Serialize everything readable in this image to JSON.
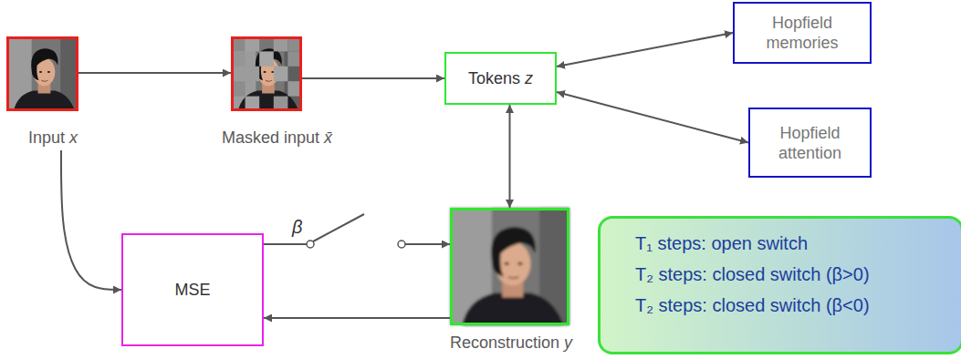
{
  "diagram": {
    "nodes": [
      {
        "text": [
          "Input x"
        ]
      },
      {
        "text": [
          "Masked input x̄"
        ]
      },
      {
        "text": [
          "Tokens z"
        ]
      },
      {
        "text": [
          "Hopfield memories"
        ]
      },
      {
        "text": [
          "Hopfield attention"
        ]
      },
      {
        "text": [
          "MSE"
        ]
      },
      {
        "text": [
          "Reconstruction y"
        ]
      },
      {
        "text": [
          "T₁ steps: open switch",
          "T₂ steps: closed switch (β>0)",
          "T₂ steps: closed switch (β<0)"
        ]
      }
    ],
    "edges": [
      {
        "from": 0,
        "to": 1,
        "arrow": "to"
      },
      {
        "from": 1,
        "to": 2,
        "arrow": "to"
      },
      {
        "from": 2,
        "to": 3,
        "arrow": "both"
      },
      {
        "from": 2,
        "to": 4,
        "arrow": "both"
      },
      {
        "from": 2,
        "to": 6,
        "arrow": "both"
      },
      {
        "from": 0,
        "to": 5,
        "arrow": "to"
      },
      {
        "from": 5,
        "to": 6,
        "label": "β",
        "arrow": "to"
      },
      {
        "from": 6,
        "to": 5,
        "arrow": "to"
      }
    ]
  }
}
